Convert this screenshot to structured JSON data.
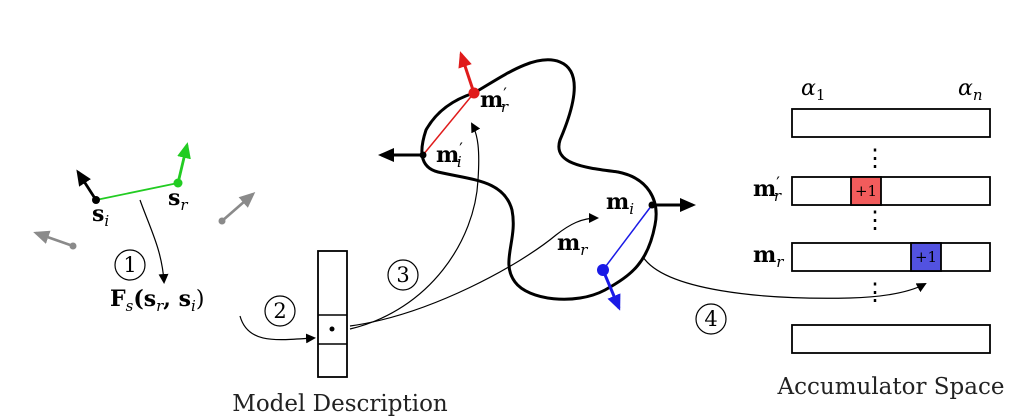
{
  "scene_points": {
    "s_i": {
      "base": "s",
      "sub": "i"
    },
    "s_r": {
      "base": "s",
      "sub": "r"
    }
  },
  "feature": {
    "F": "F",
    "sub": "s",
    "args": "(s",
    "r": "r",
    "comma": ", s",
    "i": "i",
    "close": ")"
  },
  "steps": [
    "1",
    "2",
    "3",
    "4"
  ],
  "model_description": {
    "caption": "Model Description"
  },
  "model_points": {
    "m_r_prime": {
      "base": "m",
      "sub": "r",
      "prime": "′"
    },
    "m_i_prime": {
      "base": "m",
      "sub": "i",
      "prime": "′"
    },
    "m_i": {
      "base": "m",
      "sub": "i"
    },
    "m_r": {
      "base": "m",
      "sub": "r"
    }
  },
  "accumulator": {
    "caption": "Accumulator Space",
    "alpha_first": {
      "base": "α",
      "sub": "1"
    },
    "alpha_last": {
      "base": "α",
      "sub": "n"
    },
    "rows": [
      {
        "label_base": "m",
        "label_sub": "r",
        "prime": "′",
        "vote": "+1",
        "vote_color": "#f25c5c"
      },
      {
        "label_base": "m",
        "label_sub": "r",
        "prime": "",
        "vote": "+1",
        "vote_color": "#5252e0"
      }
    ],
    "ellipsis": "⋮"
  },
  "colors": {
    "red": "#e01b1b",
    "green": "#22cc22",
    "blue": "#1a1ae6",
    "gray": "#8a8a8a"
  }
}
